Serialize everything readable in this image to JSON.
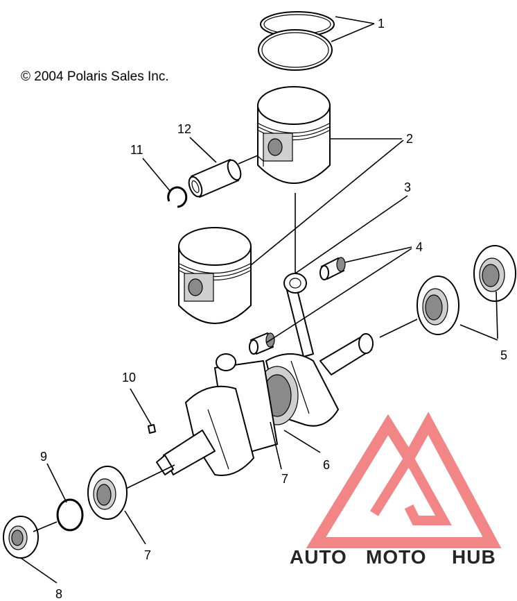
{
  "copyright": "© 2004 Polaris Sales Inc.",
  "callouts": {
    "c1": "1",
    "c2": "2",
    "c3": "3",
    "c4": "4",
    "c5": "5",
    "c6": "6",
    "c7a": "7",
    "c7b": "7",
    "c8": "8",
    "c9": "9",
    "c10": "10",
    "c11": "11",
    "c12": "12"
  },
  "watermark": {
    "part1": "AUTO",
    "part2": "MOTO",
    "part3": "HUB",
    "colors": {
      "triangle": "#f07070",
      "auto": "#f5b84a",
      "moto": "#f07070",
      "hub": "#8a8a8a"
    }
  }
}
